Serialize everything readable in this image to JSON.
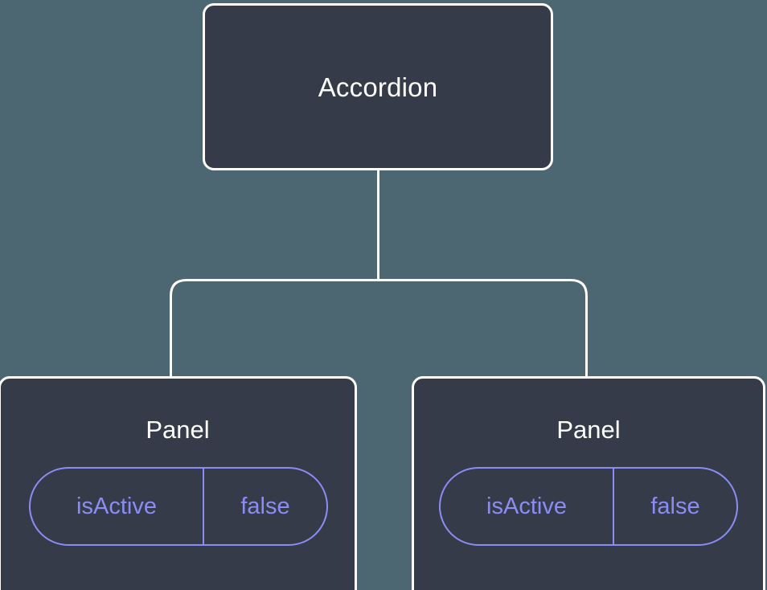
{
  "diagram": {
    "type": "component-tree",
    "background_color": "#4c6771",
    "node_fill_color": "#353b49",
    "node_border_color": "#ffffff",
    "accent_color": "#8b8df5",
    "root": {
      "label": "Accordion"
    },
    "children": [
      {
        "label": "Panel",
        "state": {
          "key": "isActive",
          "value": "false"
        }
      },
      {
        "label": "Panel",
        "state": {
          "key": "isActive",
          "value": "false"
        }
      }
    ]
  }
}
